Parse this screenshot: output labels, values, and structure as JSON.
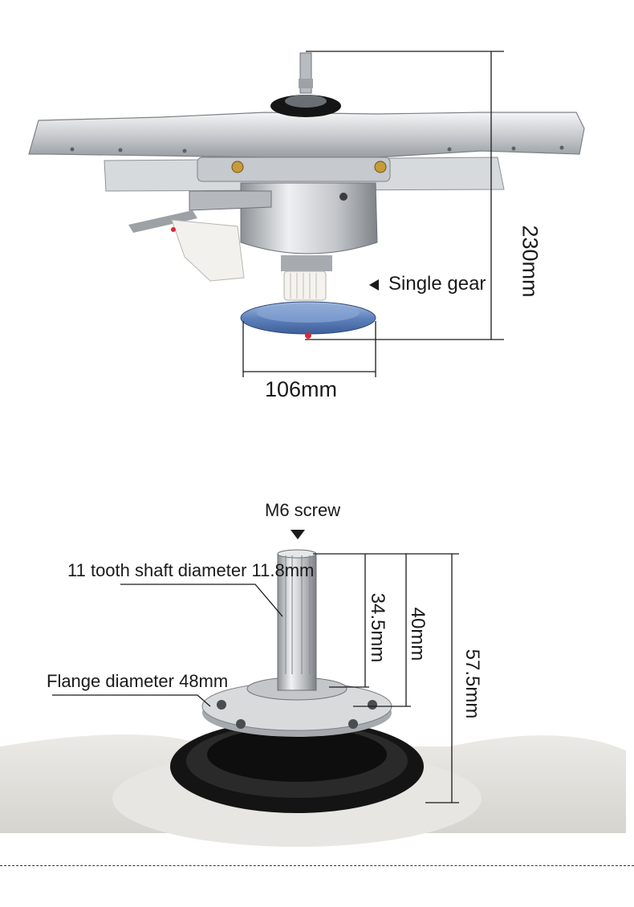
{
  "top_figure": {
    "subject": "washing machine gearbox with mounting bracket and pulley",
    "label_single_gear": "Single gear",
    "dim_height": "230mm",
    "dim_pulley_width": "106mm"
  },
  "bottom_figure": {
    "subject": "gearbox shaft, flange and seal close-up",
    "label_screw": "M6 screw",
    "label_shaft": "11 tooth shaft diameter 11.8mm",
    "label_flange": "Flange diameter 48mm",
    "dim_shaft_short": "34.5mm",
    "dim_shaft_mid": "40mm",
    "dim_shaft_total": "57.5mm"
  },
  "colors": {
    "line": "#1a1a1a",
    "metal_light": "#e4e6e8",
    "metal_dark": "#8e9296",
    "pulley_blue": "#6d8fc4",
    "plastic_white": "#f2f1ee",
    "seal_black": "#141414",
    "accent_red": "#d9283a"
  }
}
